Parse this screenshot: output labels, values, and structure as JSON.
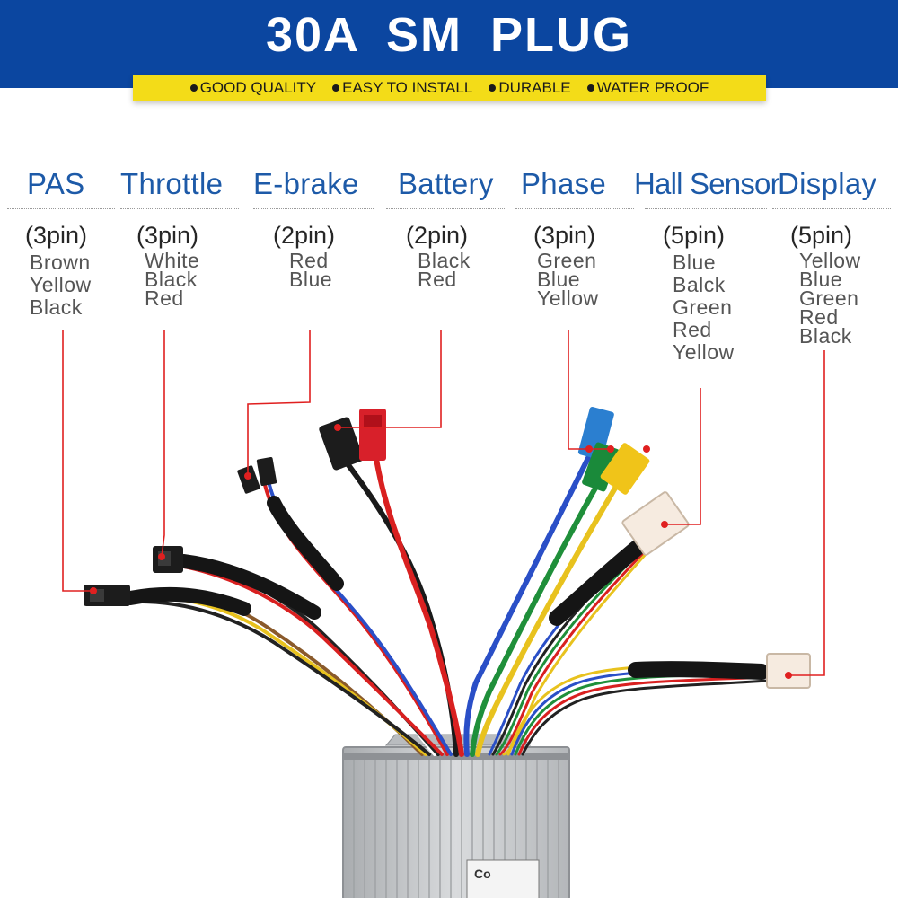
{
  "title": "30A  SM  PLUG",
  "features": [
    "GOOD QUALITY",
    "EASY TO INSTALL",
    "DURABLE",
    "WATER PROOF"
  ],
  "connectors": [
    {
      "name": "PAS",
      "pins": "(3pin)",
      "wires": [
        "Brown",
        "Yellow",
        "Black"
      ]
    },
    {
      "name": "Throttle",
      "pins": "(3pin)",
      "wires": [
        "White",
        "Black",
        "Red"
      ]
    },
    {
      "name": "E-brake",
      "pins": "(2pin)",
      "wires": [
        "Red",
        "Blue"
      ]
    },
    {
      "name": "Battery",
      "pins": "(2pin)",
      "wires": [
        "Black",
        "Red"
      ]
    },
    {
      "name": "Phase",
      "pins": "(3pin)",
      "wires": [
        "Green",
        "Blue",
        "Yellow"
      ]
    },
    {
      "name": "Hall Sensor",
      "pins": "(5pin)",
      "wires": [
        "Blue",
        "Balck",
        "Green",
        "Red",
        "Yellow"
      ]
    },
    {
      "name": "Display",
      "pins": "(5pin)",
      "wires": [
        "Yellow",
        "Blue",
        "Green",
        "Red",
        "Black"
      ]
    }
  ],
  "controller_label": "Co",
  "colors": {
    "banner": "#0b46a0",
    "ribbon": "#f3dc18",
    "heading": "#1d5aa8",
    "leader_line": "#e02020",
    "controller_body": "#c9cbcd"
  }
}
